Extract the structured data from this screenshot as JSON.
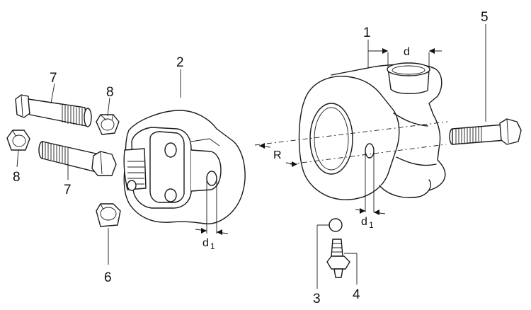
{
  "labels": {
    "p1": "1",
    "p2": "2",
    "p3": "3",
    "p4": "4",
    "p5": "5",
    "p6": "6",
    "p7_top": "7",
    "p7_bottom": "7",
    "p8_top": "8",
    "p8_left": "8"
  },
  "dimensions": {
    "d": "d",
    "R": "R",
    "d1_left": "d",
    "d1_left_sub": "1",
    "d1_right": "d",
    "d1_right_sub": "1"
  }
}
